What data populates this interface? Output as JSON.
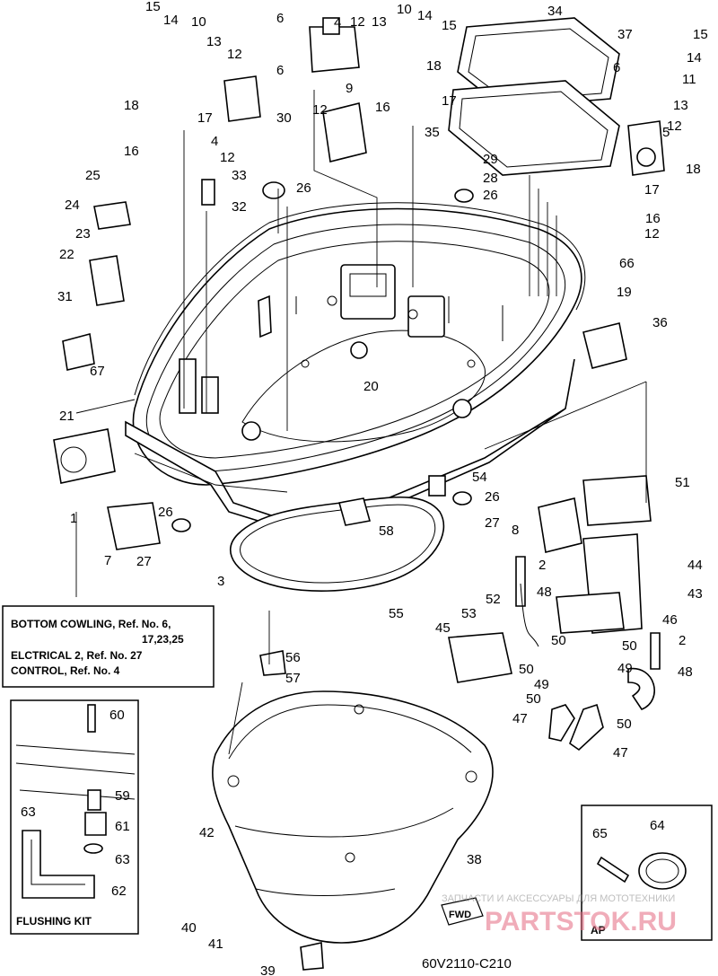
{
  "callouts": {
    "c1": "1",
    "c2a": "2",
    "c2b": "2",
    "c3": "3",
    "c4a": "4",
    "c4b": "4",
    "c5": "5",
    "c6a": "6",
    "c6b": "6",
    "c6c": "6",
    "c7": "7",
    "c8": "8",
    "c9": "9",
    "c10a": "10",
    "c10b": "10",
    "c11": "11",
    "c12a": "12",
    "c12b": "12",
    "c12c": "12",
    "c12d": "12",
    "c12e": "12",
    "c12f": "12",
    "c13a": "13",
    "c13b": "13",
    "c13c": "13",
    "c14a": "14",
    "c14b": "14",
    "c14c": "14",
    "c15a": "15",
    "c15b": "15",
    "c15c": "15",
    "c16a": "16",
    "c16b": "16",
    "c16c": "16",
    "c17a": "17",
    "c17b": "17",
    "c17c": "17",
    "c18a": "18",
    "c18b": "18",
    "c18c": "18",
    "c19": "19",
    "c20": "20",
    "c21": "21",
    "c22": "22",
    "c23": "23",
    "c24": "24",
    "c25": "25",
    "c26a": "26",
    "c26b": "26",
    "c26c": "26",
    "c26d": "26",
    "c27a": "27",
    "c27b": "27",
    "c28": "28",
    "c29": "29",
    "c30": "30",
    "c31": "31",
    "c32": "32",
    "c33": "33",
    "c34": "34",
    "c35": "35",
    "c36": "36",
    "c37": "37",
    "c38": "38",
    "c39": "39",
    "c40": "40",
    "c41": "41",
    "c42": "42",
    "c43": "43",
    "c44": "44",
    "c45": "45",
    "c46": "46",
    "c47a": "47",
    "c47b": "47",
    "c48a": "48",
    "c48b": "48",
    "c49a": "49",
    "c49b": "49",
    "c50a": "50",
    "c50b": "50",
    "c50c": "50",
    "c50d": "50",
    "c50e": "50",
    "c51": "51",
    "c52": "52",
    "c53": "53",
    "c54": "54",
    "c55": "55",
    "c56": "56",
    "c57": "57",
    "c58": "58",
    "c59": "59",
    "c60": "60",
    "c61": "61",
    "c62": "62",
    "c63a": "63",
    "c63b": "63",
    "c64": "64",
    "c65": "65",
    "c66": "66",
    "c67": "67"
  },
  "reference_box": {
    "line1": "BOTTOM COWLING, Ref. No. 6,",
    "line2": "17,23,25",
    "line3": "ELCTRICAL 2, Ref. No. 27",
    "line4": "CONTROL, Ref. No. 4"
  },
  "flushing_kit": {
    "label": "FLUSHING KIT"
  },
  "ap_box": {
    "label": "AP"
  },
  "fwd_label": "FWD",
  "watermark": {
    "top": "ЗАПЧАСТИ И АКСЕССУАРЫ ДЛЯ МОТОТЕХНИКИ",
    "brand": "PARTSTOK.RU"
  },
  "diagram_code": "60V2110-C210"
}
